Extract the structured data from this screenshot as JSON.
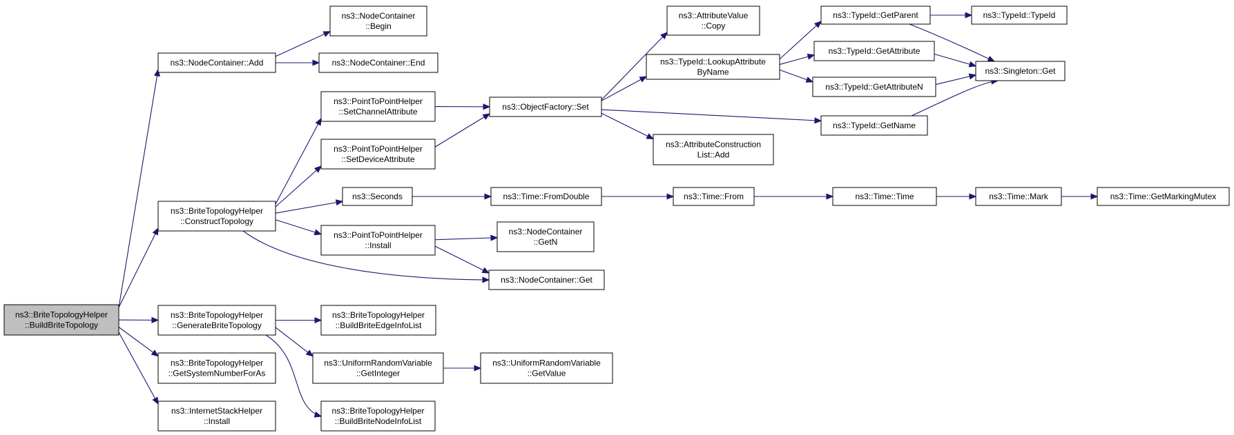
{
  "nodes": [
    {
      "id": "root",
      "name": "node-brite-build-brite-topology",
      "lines": [
        "ns3::BriteTopologyHelper",
        "::BuildBriteTopology"
      ],
      "root": true
    },
    {
      "id": "nc_add",
      "name": "node-nodecontainer-add",
      "lines": [
        "ns3::NodeContainer::Add"
      ]
    },
    {
      "id": "nc_begin",
      "name": "node-nodecontainer-begin",
      "lines": [
        "ns3::NodeContainer",
        "::Begin"
      ]
    },
    {
      "id": "nc_end",
      "name": "node-nodecontainer-end",
      "lines": [
        "ns3::NodeContainer::End"
      ]
    },
    {
      "id": "construct",
      "name": "node-brite-construct-topology",
      "lines": [
        "ns3::BriteTopologyHelper",
        "::ConstructTopology"
      ]
    },
    {
      "id": "p2p_chan",
      "name": "node-p2p-set-channel-attribute",
      "lines": [
        "ns3::PointToPointHelper",
        "::SetChannelAttribute"
      ]
    },
    {
      "id": "p2p_dev",
      "name": "node-p2p-set-device-attribute",
      "lines": [
        "ns3::PointToPointHelper",
        "::SetDeviceAttribute"
      ]
    },
    {
      "id": "seconds",
      "name": "node-seconds",
      "lines": [
        "ns3::Seconds"
      ]
    },
    {
      "id": "p2p_install",
      "name": "node-p2p-install",
      "lines": [
        "ns3::PointToPointHelper",
        "::Install"
      ]
    },
    {
      "id": "of_set",
      "name": "node-objectfactory-set",
      "lines": [
        "ns3::ObjectFactory::Set"
      ]
    },
    {
      "id": "time_fromdouble",
      "name": "node-time-fromdouble",
      "lines": [
        "ns3::Time::FromDouble"
      ]
    },
    {
      "id": "nc_getn",
      "name": "node-nodecontainer-getn",
      "lines": [
        "ns3::NodeContainer",
        "::GetN"
      ]
    },
    {
      "id": "nc_get",
      "name": "node-nodecontainer-get",
      "lines": [
        "ns3::NodeContainer::Get"
      ]
    },
    {
      "id": "av_copy",
      "name": "node-attributevalue-copy",
      "lines": [
        "ns3::AttributeValue",
        "::Copy"
      ]
    },
    {
      "id": "lookup",
      "name": "node-typeid-lookupattributebyname",
      "lines": [
        "ns3::TypeId::LookupAttribute",
        "ByName"
      ]
    },
    {
      "id": "acl_add",
      "name": "node-attributeconstructionlist-add",
      "lines": [
        "ns3::AttributeConstruction",
        "List::Add"
      ]
    },
    {
      "id": "time_from",
      "name": "node-time-from",
      "lines": [
        "ns3::Time::From"
      ]
    },
    {
      "id": "gen_brite",
      "name": "node-brite-generate-brite-topology",
      "lines": [
        "ns3::BriteTopologyHelper",
        "::GenerateBriteTopology"
      ]
    },
    {
      "id": "get_sys",
      "name": "node-brite-get-system-number-for-as",
      "lines": [
        "ns3::BriteTopologyHelper",
        "::GetSystemNumberForAs"
      ]
    },
    {
      "id": "isth_install",
      "name": "node-internetstackhelper-install",
      "lines": [
        "ns3::InternetStackHelper",
        "::Install"
      ]
    },
    {
      "id": "edge_info",
      "name": "node-brite-build-brite-edge-info-list",
      "lines": [
        "ns3::BriteTopologyHelper",
        "::BuildBriteEdgeInfoList"
      ]
    },
    {
      "id": "urv_getint",
      "name": "node-uniformrandomvariable-getinteger",
      "lines": [
        "ns3::UniformRandomVariable",
        "::GetInteger"
      ]
    },
    {
      "id": "node_info",
      "name": "node-brite-build-brite-node-info-list",
      "lines": [
        "ns3::BriteTopologyHelper",
        "::BuildBriteNodeInfoList"
      ]
    },
    {
      "id": "urv_getval",
      "name": "node-uniformrandomvariable-getvalue",
      "lines": [
        "ns3::UniformRandomVariable",
        "::GetValue"
      ]
    },
    {
      "id": "tid_getparent",
      "name": "node-typeid-getparent",
      "lines": [
        "ns3::TypeId::GetParent"
      ]
    },
    {
      "id": "tid_getattr",
      "name": "node-typeid-getattribute",
      "lines": [
        "ns3::TypeId::GetAttribute"
      ]
    },
    {
      "id": "tid_getattrn",
      "name": "node-typeid-getattributen",
      "lines": [
        "ns3::TypeId::GetAttributeN"
      ]
    },
    {
      "id": "tid_getname",
      "name": "node-typeid-getname",
      "lines": [
        "ns3::TypeId::GetName"
      ]
    },
    {
      "id": "time_time",
      "name": "node-time-time",
      "lines": [
        "ns3::Time::Time"
      ]
    },
    {
      "id": "tid_typeid",
      "name": "node-typeid-typeid",
      "lines": [
        "ns3::TypeId::TypeId"
      ]
    },
    {
      "id": "singleton_get",
      "name": "node-singleton-get",
      "lines": [
        "ns3::Singleton::Get"
      ]
    },
    {
      "id": "time_mark",
      "name": "node-time-mark",
      "lines": [
        "ns3::Time::Mark"
      ]
    },
    {
      "id": "time_getmarkingmutex",
      "name": "node-time-getmarkingmutex",
      "lines": [
        "ns3::Time::GetMarkingMutex"
      ]
    }
  ],
  "edges": [
    [
      "root",
      "nc_add"
    ],
    [
      "root",
      "construct"
    ],
    [
      "root",
      "gen_brite"
    ],
    [
      "root",
      "get_sys"
    ],
    [
      "root",
      "isth_install"
    ],
    [
      "nc_add",
      "nc_begin"
    ],
    [
      "nc_add",
      "nc_end"
    ],
    [
      "construct",
      "p2p_chan"
    ],
    [
      "construct",
      "p2p_dev"
    ],
    [
      "construct",
      "seconds"
    ],
    [
      "construct",
      "p2p_install"
    ],
    [
      "construct",
      "nc_get"
    ],
    [
      "p2p_chan",
      "of_set"
    ],
    [
      "p2p_dev",
      "of_set"
    ],
    [
      "seconds",
      "time_fromdouble"
    ],
    [
      "time_fromdouble",
      "time_from"
    ],
    [
      "time_from",
      "time_time"
    ],
    [
      "time_time",
      "time_mark"
    ],
    [
      "time_mark",
      "time_getmarkingmutex"
    ],
    [
      "p2p_install",
      "nc_getn"
    ],
    [
      "p2p_install",
      "nc_get"
    ],
    [
      "of_set",
      "av_copy"
    ],
    [
      "of_set",
      "lookup"
    ],
    [
      "of_set",
      "acl_add"
    ],
    [
      "of_set",
      "tid_getname"
    ],
    [
      "lookup",
      "tid_getparent"
    ],
    [
      "lookup",
      "tid_getattr"
    ],
    [
      "lookup",
      "tid_getattrn"
    ],
    [
      "tid_getparent",
      "tid_typeid"
    ],
    [
      "tid_getparent",
      "singleton_get"
    ],
    [
      "tid_getattr",
      "singleton_get"
    ],
    [
      "tid_getattrn",
      "singleton_get"
    ],
    [
      "tid_getname",
      "singleton_get"
    ],
    [
      "gen_brite",
      "edge_info"
    ],
    [
      "gen_brite",
      "urv_getint"
    ],
    [
      "gen_brite",
      "node_info"
    ],
    [
      "urv_getint",
      "urv_getval"
    ]
  ]
}
